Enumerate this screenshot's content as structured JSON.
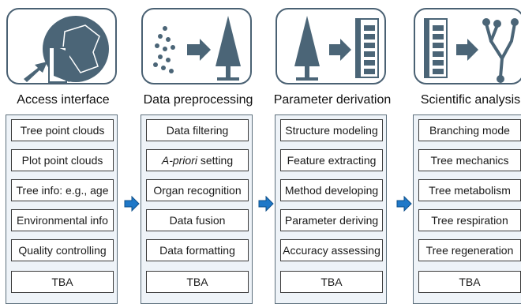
{
  "columns": [
    {
      "title": "Access interface",
      "icon": "access-interface-icon",
      "items": [
        "Tree point clouds",
        "Plot point clouds",
        "Tree info: e.g., age",
        "Environmental info",
        "Quality controlling",
        "TBA"
      ]
    },
    {
      "title": "Data preprocessing",
      "icon": "preprocessing-icon",
      "items": [
        "Data filtering",
        "A-priori",
        " setting",
        "Organ recognition",
        "Data fusion",
        "Data formatting",
        "TBA"
      ]
    },
    {
      "title": "Parameter derivation",
      "icon": "parameter-derivation-icon",
      "items": [
        "Structure modeling",
        "Feature extracting",
        "Method developing",
        "Parameter deriving",
        "Accuracy assessing",
        "TBA"
      ]
    },
    {
      "title": "Scientific analysis",
      "icon": "scientific-analysis-icon",
      "items": [
        "Branching mode",
        "Tree mechanics",
        "Tree metabolism",
        "Tree respiration",
        "Tree regeneration",
        "TBA"
      ]
    }
  ],
  "colors": {
    "icon_fill": "#4b6577",
    "icon_border": "#4a6173",
    "panel_bg": "#eef3f8",
    "arrow": "#1f78c8"
  }
}
